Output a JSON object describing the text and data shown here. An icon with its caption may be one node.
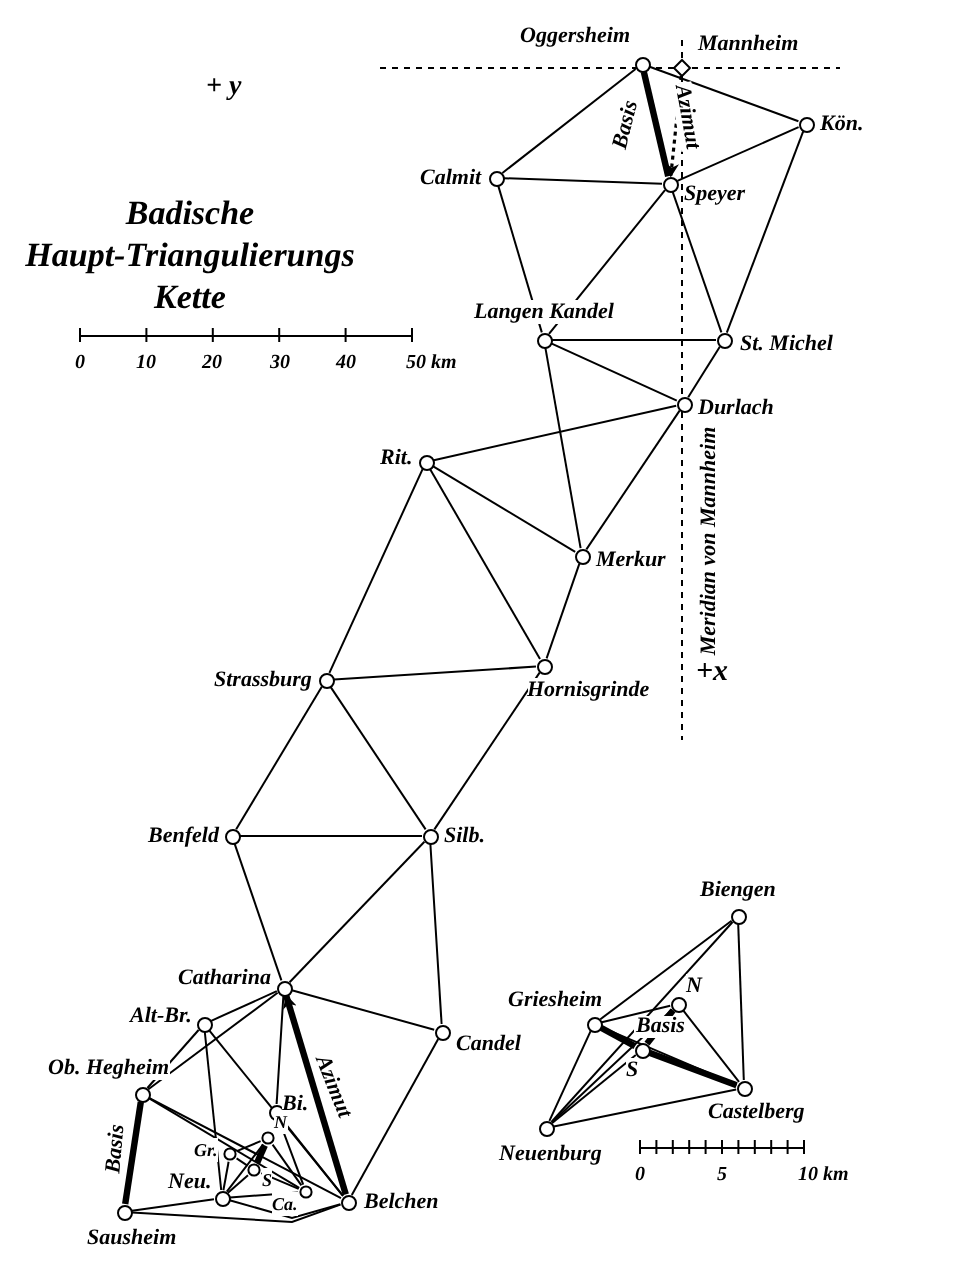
{
  "diagram": {
    "title": "Badische Haupt-Triangulierungs Kette",
    "nodes": [
      {
        "text": [
          "Oggersheim"
        ]
      },
      {
        "text": [
          "Mannheim"
        ]
      },
      {
        "text": [
          "Kön."
        ]
      },
      {
        "text": [
          "Calmit"
        ]
      },
      {
        "text": [
          "Speyer"
        ]
      },
      {
        "text": [
          "Langen Kandel"
        ]
      },
      {
        "text": [
          "St. Michel"
        ]
      },
      {
        "text": [
          "Durlach"
        ]
      },
      {
        "text": [
          "Rit."
        ]
      },
      {
        "text": [
          "Merkur"
        ]
      },
      {
        "text": [
          "Strassburg"
        ]
      },
      {
        "text": [
          "Hornisgrinde"
        ]
      },
      {
        "text": [
          "Benfeld"
        ]
      },
      {
        "text": [
          "Silb."
        ]
      },
      {
        "text": [
          "Catharina"
        ]
      },
      {
        "text": [
          "Candel"
        ]
      },
      {
        "text": [
          "Alt-Br."
        ]
      },
      {
        "text": [
          "Ob. Hegheim"
        ]
      },
      {
        "text": [
          "Bi."
        ]
      },
      {
        "text": [
          "N"
        ]
      },
      {
        "text": [
          "Gr."
        ]
      },
      {
        "text": [
          "S"
        ]
      },
      {
        "text": [
          "Ca."
        ]
      },
      {
        "text": [
          "Neu."
        ]
      },
      {
        "text": [
          "Sausheim"
        ]
      },
      {
        "text": [
          "Belchen"
        ]
      },
      {
        "text": [
          "Biengen"
        ]
      },
      {
        "text": [
          "Griesheim"
        ]
      },
      {
        "text": [
          "N"
        ]
      },
      {
        "text": [
          "S"
        ]
      },
      {
        "text": [
          "Castelberg"
        ]
      },
      {
        "text": [
          "Neuenburg"
        ]
      }
    ],
    "edges": [
      {
        "from": 0,
        "to": 3,
        "arrow": "none"
      },
      {
        "from": 0,
        "to": 2,
        "arrow": "none"
      },
      {
        "from": 0,
        "to": 4,
        "arrow": "none",
        "label": "Basis",
        "style": "thick"
      },
      {
        "from": 1,
        "to": 4,
        "arrow": "to",
        "label": "Azimut",
        "style": "dashed"
      },
      {
        "from": 3,
        "to": 4,
        "arrow": "none"
      },
      {
        "from": 2,
        "to": 4,
        "arrow": "none"
      },
      {
        "from": 2,
        "to": 6,
        "arrow": "none"
      },
      {
        "from": 3,
        "to": 5,
        "arrow": "none"
      },
      {
        "from": 4,
        "to": 5,
        "arrow": "none"
      },
      {
        "from": 4,
        "to": 6,
        "arrow": "none"
      },
      {
        "from": 5,
        "to": 6,
        "arrow": "none"
      },
      {
        "from": 5,
        "to": 7,
        "arrow": "none"
      },
      {
        "from": 6,
        "to": 7,
        "arrow": "none"
      },
      {
        "from": 5,
        "to": 9,
        "arrow": "none"
      },
      {
        "from": 8,
        "to": 7,
        "arrow": "none"
      },
      {
        "from": 7,
        "to": 9,
        "arrow": "none"
      },
      {
        "from": 8,
        "to": 9,
        "arrow": "none"
      },
      {
        "from": 8,
        "to": 11,
        "arrow": "none"
      },
      {
        "from": 8,
        "to": 10,
        "arrow": "none"
      },
      {
        "from": 9,
        "to": 11,
        "arrow": "none"
      },
      {
        "from": 10,
        "to": 11,
        "arrow": "none"
      },
      {
        "from": 10,
        "to": 12,
        "arrow": "none"
      },
      {
        "from": 10,
        "to": 13,
        "arrow": "none"
      },
      {
        "from": 11,
        "to": 13,
        "arrow": "none"
      },
      {
        "from": 12,
        "to": 13,
        "arrow": "none"
      },
      {
        "from": 12,
        "to": 14,
        "arrow": "none"
      },
      {
        "from": 13,
        "to": 14,
        "arrow": "none"
      },
      {
        "from": 13,
        "to": 15,
        "arrow": "none"
      },
      {
        "from": 14,
        "to": 15,
        "arrow": "none"
      },
      {
        "from": 14,
        "to": 16,
        "arrow": "none"
      },
      {
        "from": 14,
        "to": 17,
        "arrow": "none"
      },
      {
        "from": 16,
        "to": 17,
        "arrow": "none"
      },
      {
        "from": 14,
        "to": 18,
        "arrow": "none"
      },
      {
        "from": 25,
        "to": 14,
        "arrow": "to",
        "label": "Azimut",
        "style": "thick"
      },
      {
        "from": 15,
        "to": 25,
        "arrow": "none"
      },
      {
        "from": 16,
        "to": 23,
        "arrow": "none"
      },
      {
        "from": 16,
        "to": 25,
        "arrow": "none"
      },
      {
        "from": 17,
        "to": 24,
        "arrow": "none",
        "label": "Basis",
        "style": "thick"
      },
      {
        "from": 17,
        "to": 22,
        "arrow": "none"
      },
      {
        "from": 17,
        "to": 25,
        "arrow": "none"
      },
      {
        "from": 24,
        "to": 23,
        "arrow": "none"
      },
      {
        "from": 24,
        "to": 25,
        "arrow": "none"
      },
      {
        "from": 23,
        "to": 25,
        "arrow": "none"
      },
      {
        "from": 18,
        "to": 25,
        "arrow": "none"
      },
      {
        "from": 18,
        "to": 22,
        "arrow": "none"
      },
      {
        "from": 23,
        "to": 19,
        "arrow": "none"
      },
      {
        "from": 23,
        "to": 21,
        "arrow": "none"
      },
      {
        "from": 20,
        "to": 19,
        "arrow": "none"
      },
      {
        "from": 20,
        "to": 21,
        "arrow": "none"
      },
      {
        "from": 19,
        "to": 21,
        "arrow": "none",
        "style": "thick"
      },
      {
        "from": 19,
        "to": 22,
        "arrow": "none"
      },
      {
        "from": 21,
        "to": 22,
        "arrow": "none"
      },
      {
        "from": 20,
        "to": 23,
        "arrow": "none"
      },
      {
        "from": 23,
        "to": 22,
        "arrow": "none"
      },
      {
        "from": 26,
        "to": 27,
        "arrow": "none"
      },
      {
        "from": 26,
        "to": 31,
        "arrow": "none"
      },
      {
        "from": 26,
        "to": 30,
        "arrow": "none"
      },
      {
        "from": 27,
        "to": 28,
        "arrow": "none"
      },
      {
        "from": 27,
        "to": 29,
        "arrow": "none",
        "style": "thick"
      },
      {
        "from": 27,
        "to": 30,
        "arrow": "none"
      },
      {
        "from": 27,
        "to": 31,
        "arrow": "none"
      },
      {
        "from": 28,
        "to": 29,
        "arrow": "none",
        "label": "Basis",
        "style": "thick"
      },
      {
        "from": 28,
        "to": 30,
        "arrow": "none"
      },
      {
        "from": 29,
        "to": 30,
        "arrow": "none",
        "style": "thick"
      },
      {
        "from": 31,
        "to": 28,
        "arrow": "none"
      },
      {
        "from": 31,
        "to": 29,
        "arrow": "none"
      },
      {
        "from": 31,
        "to": 30,
        "arrow": "none"
      }
    ],
    "labels": [
      "+ y",
      "0",
      "10",
      "20",
      "30",
      "40",
      "50 km",
      "Meridian von Mannheim",
      "+x",
      "0",
      "5",
      "10 km"
    ]
  }
}
